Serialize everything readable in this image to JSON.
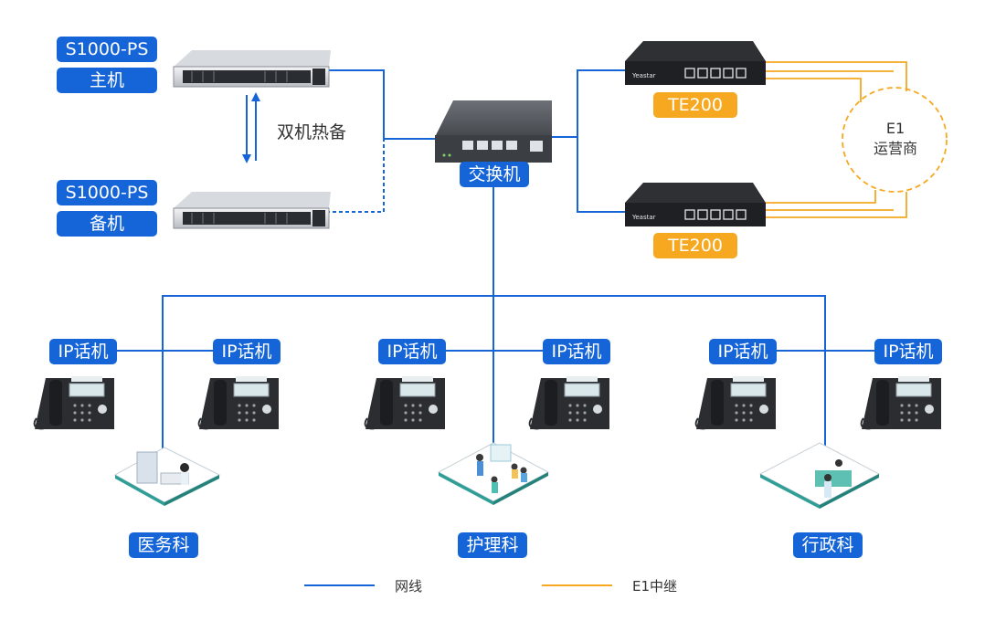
{
  "servers": {
    "primary": {
      "model": "S1000-PS",
      "role": "主机"
    },
    "backup": {
      "model": "S1000-PS",
      "role": "备机"
    },
    "hot_standby": "双机热备"
  },
  "switch": {
    "label": "交换机"
  },
  "gateways": [
    {
      "label": "TE200",
      "brand": "Yeastar"
    },
    {
      "label": "TE200",
      "brand": "Yeastar"
    }
  ],
  "carrier": {
    "line1": "E1",
    "line2": "运营商"
  },
  "phones": [
    "IP话机",
    "IP话机",
    "IP话机",
    "IP话机",
    "IP话机",
    "IP话机"
  ],
  "departments": [
    "医务科",
    "护理科",
    "行政科"
  ],
  "legend": {
    "network": "网线",
    "e1": "E1中继"
  },
  "colors": {
    "network_line": "#1565d8",
    "e1_line": "#f6a821",
    "label_blue": "#1565d8",
    "label_orange": "#f6a821"
  }
}
